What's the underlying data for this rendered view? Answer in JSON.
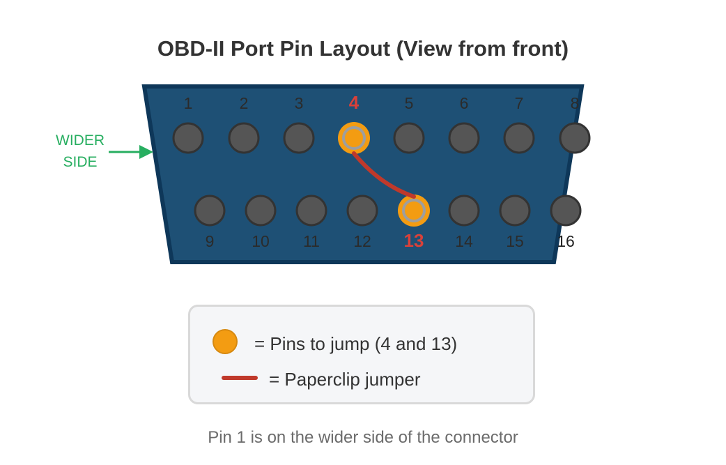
{
  "title": "OBD-II Port Pin Layout (View from front)",
  "side_label": [
    "WIDER",
    "SIDE"
  ],
  "top_row_pins": [
    "1",
    "2",
    "3",
    "4",
    "5",
    "6",
    "7",
    "8"
  ],
  "bottom_row_pins": [
    "9",
    "10",
    "11",
    "12",
    "13",
    "14",
    "15",
    "16"
  ],
  "highlighted_pins": [
    "4",
    "13"
  ],
  "legend": {
    "pins_to_jump": "= Pins to jump (4 and 13)",
    "jumper": "= Paperclip jumper"
  },
  "footer_note": "Pin 1 is on the wider side of the connector",
  "colors": {
    "connector_body": "#1e5075",
    "connector_border": "#0e3759",
    "pin": "#555555",
    "pin_outline": "#333333",
    "highlight": "#f39c12",
    "jumper": "#c0392b",
    "highlight_label": "#d9413a",
    "arrow": "#27ae60"
  }
}
